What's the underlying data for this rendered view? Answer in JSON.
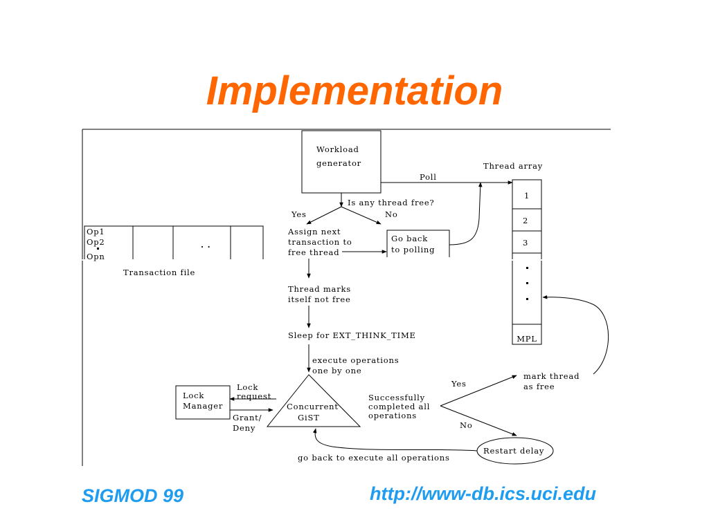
{
  "title": "Implementation",
  "footer": {
    "left": "SIGMOD 99",
    "right": "http://www-db.ics.uci.edu"
  },
  "diagram": {
    "workload_generator": [
      "Workload",
      "generator"
    ],
    "poll": "Poll",
    "thread_array": {
      "label": "Thread array",
      "slots": [
        "1",
        "2",
        "3"
      ],
      "last": "MPL",
      "dots": ".\n.\n."
    },
    "question": "Is any thread free?",
    "yes": "Yes",
    "no": "No",
    "assign": [
      "Assign next",
      "transaction to",
      "free thread"
    ],
    "go_back": [
      "Go back",
      "to polling"
    ],
    "transaction_file": {
      "ops": [
        "Op1",
        "Op2",
        "Opn"
      ],
      "dots": ". .",
      "label": "Transaction file"
    },
    "thread_marks": [
      "Thread marks",
      "itself not free"
    ],
    "sleep": "Sleep for EXT_THINK_TIME",
    "execute": [
      "execute operations",
      "one by one"
    ],
    "lock_manager": [
      "Lock",
      "Manager"
    ],
    "lock_request": [
      "Lock",
      "request"
    ],
    "grant_deny": [
      "Grant/",
      "Deny"
    ],
    "concurrent_gist": [
      "Concurrent",
      "GiST"
    ],
    "success": [
      "Successfully",
      "completed all",
      "operations"
    ],
    "yes2": "Yes",
    "no2": "No",
    "mark_free": [
      "mark thread",
      "as free"
    ],
    "restart_delay": "Restart delay",
    "go_back_execute": "go back to execute all operations"
  }
}
